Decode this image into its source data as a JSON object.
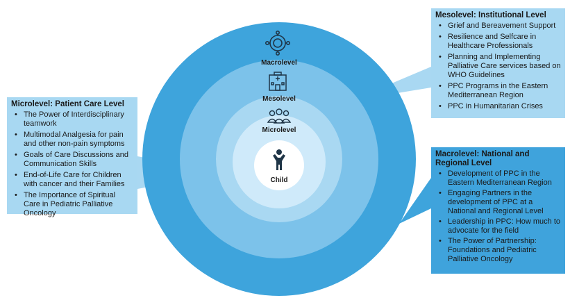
{
  "colors": {
    "outer_ring": "#3ea4dc",
    "middle_ring": "#7cc2ea",
    "inner_ring": "#a9d8f2",
    "core": "#cfeafa",
    "child_circle": "#ffffff",
    "icon": "#1f3547"
  },
  "rings": {
    "macro_label": "Macrolevel",
    "meso_label": "Mesolevel",
    "micro_label": "Microlevel",
    "child_label": "Child"
  },
  "icons": {
    "macro": "network-hub-icon",
    "meso": "hospital-building-icon",
    "micro": "healthcare-team-icon",
    "child": "child-figure-icon"
  },
  "meso_box": {
    "title": "Mesolevel: Institutional Level",
    "items": [
      "Grief and Bereavement Support",
      "Resilience and Selfcare in Healthcare Professionals",
      "Planning and Implementing Palliative Care services based on WHO Guidelines",
      "PPC Programs in the Eastern Mediterranean Region",
      "PPC in Humanitarian Crises"
    ]
  },
  "micro_box": {
    "title": "Microlevel: Patient Care Level",
    "items": [
      "The Power of Interdisciplinary teamwork",
      "Multimodal Analgesia for pain and other non-pain symptoms",
      "Goals of Care Discussions and Communication Skills",
      "End-of-Life Care for Children with cancer and their Families",
      "The Importance of Spiritual Care in Pediatric Palliative Oncology"
    ]
  },
  "macro_box": {
    "title": "Macrolevel: National and Regional Level",
    "items": [
      "Development of PPC in the Eastern Mediterranean Region",
      "Engaging Partners in the development of PPC at a National and Regional Level",
      "Leadership in PPC: How much to advocate for the field",
      "The Power of Partnership: Foundations and Pediatric Palliative Oncology"
    ]
  }
}
